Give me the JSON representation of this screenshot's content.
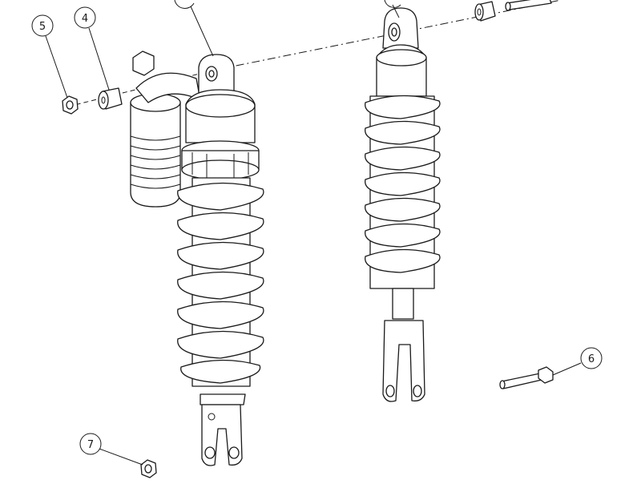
{
  "callouts": [
    {
      "id": "callout-4",
      "label": "4"
    },
    {
      "id": "callout-5",
      "label": "5"
    },
    {
      "id": "callout-6",
      "label": "6"
    },
    {
      "id": "callout-7",
      "label": "7"
    }
  ],
  "colors": {
    "line": "#1a1a1a",
    "background": "#ffffff"
  }
}
